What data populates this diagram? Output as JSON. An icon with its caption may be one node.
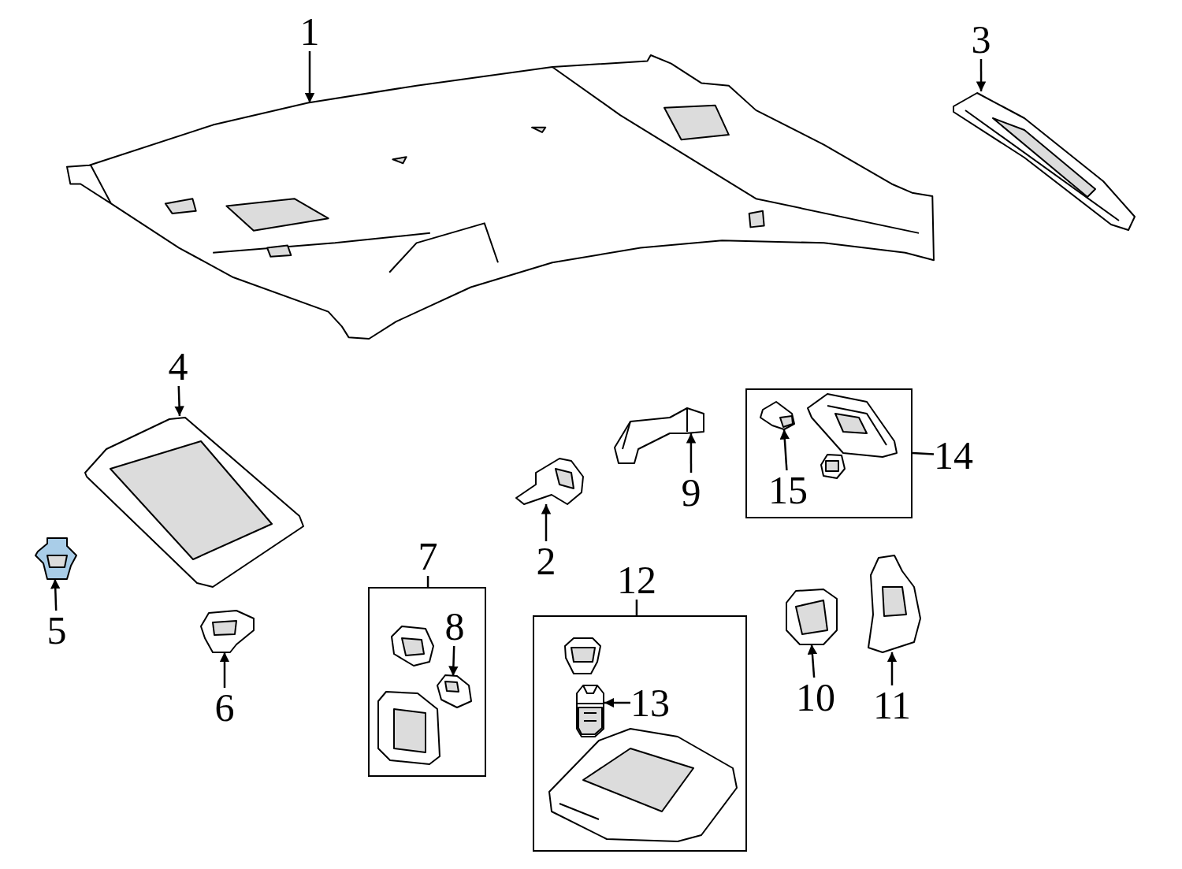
{
  "diagram": {
    "nodes": [
      {
        "text": [
          "1"
        ]
      },
      {
        "text": [],
        "shape": "picture"
      },
      {
        "text": [
          "3"
        ]
      },
      {
        "text": [],
        "shape": "picture"
      },
      {
        "text": [
          "4"
        ]
      },
      {
        "text": [],
        "shape": "picture"
      },
      {
        "text": [],
        "shape": "box"
      },
      {
        "text": [],
        "shape": "picture",
        "in": 6
      },
      {
        "text": [],
        "shape": "picture",
        "in": 6
      },
      {
        "text": [],
        "shape": "picture",
        "in": 6
      },
      {
        "text": [
          "15"
        ],
        "in": 6
      },
      {
        "text": [
          "14"
        ]
      },
      {
        "text": [],
        "shape": "picture"
      },
      {
        "text": [
          "9"
        ]
      },
      {
        "text": [],
        "shape": "picture"
      },
      {
        "text": [
          "2"
        ]
      },
      {
        "text": [],
        "shape": "picture"
      },
      {
        "text": [
          "5"
        ]
      },
      {
        "text": [
          "7"
        ]
      },
      {
        "text": [],
        "shape": "box"
      },
      {
        "text": [],
        "shape": "picture",
        "in": 19
      },
      {
        "text": [
          "8"
        ],
        "in": 19
      },
      {
        "text": [],
        "shape": "picture",
        "in": 19
      },
      {
        "text": [],
        "shape": "picture",
        "in": 19
      },
      {
        "text": [
          "12"
        ]
      },
      {
        "text": [],
        "shape": "box"
      },
      {
        "text": [],
        "shape": "picture",
        "in": 25
      },
      {
        "text": [],
        "shape": "picture",
        "in": 25
      },
      {
        "text": [
          "13"
        ],
        "in": 25
      },
      {
        "text": [],
        "shape": "picture",
        "in": 25
      },
      {
        "text": [],
        "shape": "picture"
      },
      {
        "text": [
          "6"
        ]
      },
      {
        "text": [],
        "shape": "picture"
      },
      {
        "text": [
          "10"
        ]
      },
      {
        "text": [],
        "shape": "picture"
      },
      {
        "text": [
          "11"
        ]
      }
    ],
    "edges": [
      {
        "from": 0,
        "to": 1,
        "arrow": "to"
      },
      {
        "from": 2,
        "to": 3,
        "arrow": "to"
      },
      {
        "from": 4,
        "to": 5,
        "arrow": "to"
      },
      {
        "from": 10,
        "to": 7,
        "arrow": "to"
      },
      {
        "from": 11,
        "to": 6,
        "arrow": "none"
      },
      {
        "from": 13,
        "to": 12,
        "arrow": "to"
      },
      {
        "from": 15,
        "to": 14,
        "arrow": "to"
      },
      {
        "from": 17,
        "to": 16,
        "arrow": "to"
      },
      {
        "from": 18,
        "to": 19,
        "arrow": "none"
      },
      {
        "from": 21,
        "to": 22,
        "arrow": "to"
      },
      {
        "from": 24,
        "to": 25,
        "arrow": "none"
      },
      {
        "from": 28,
        "to": 27,
        "arrow": "to"
      },
      {
        "from": 31,
        "to": 30,
        "arrow": "to"
      },
      {
        "from": 33,
        "to": 32,
        "arrow": "to"
      },
      {
        "from": 35,
        "to": 34,
        "arrow": "to"
      }
    ]
  }
}
